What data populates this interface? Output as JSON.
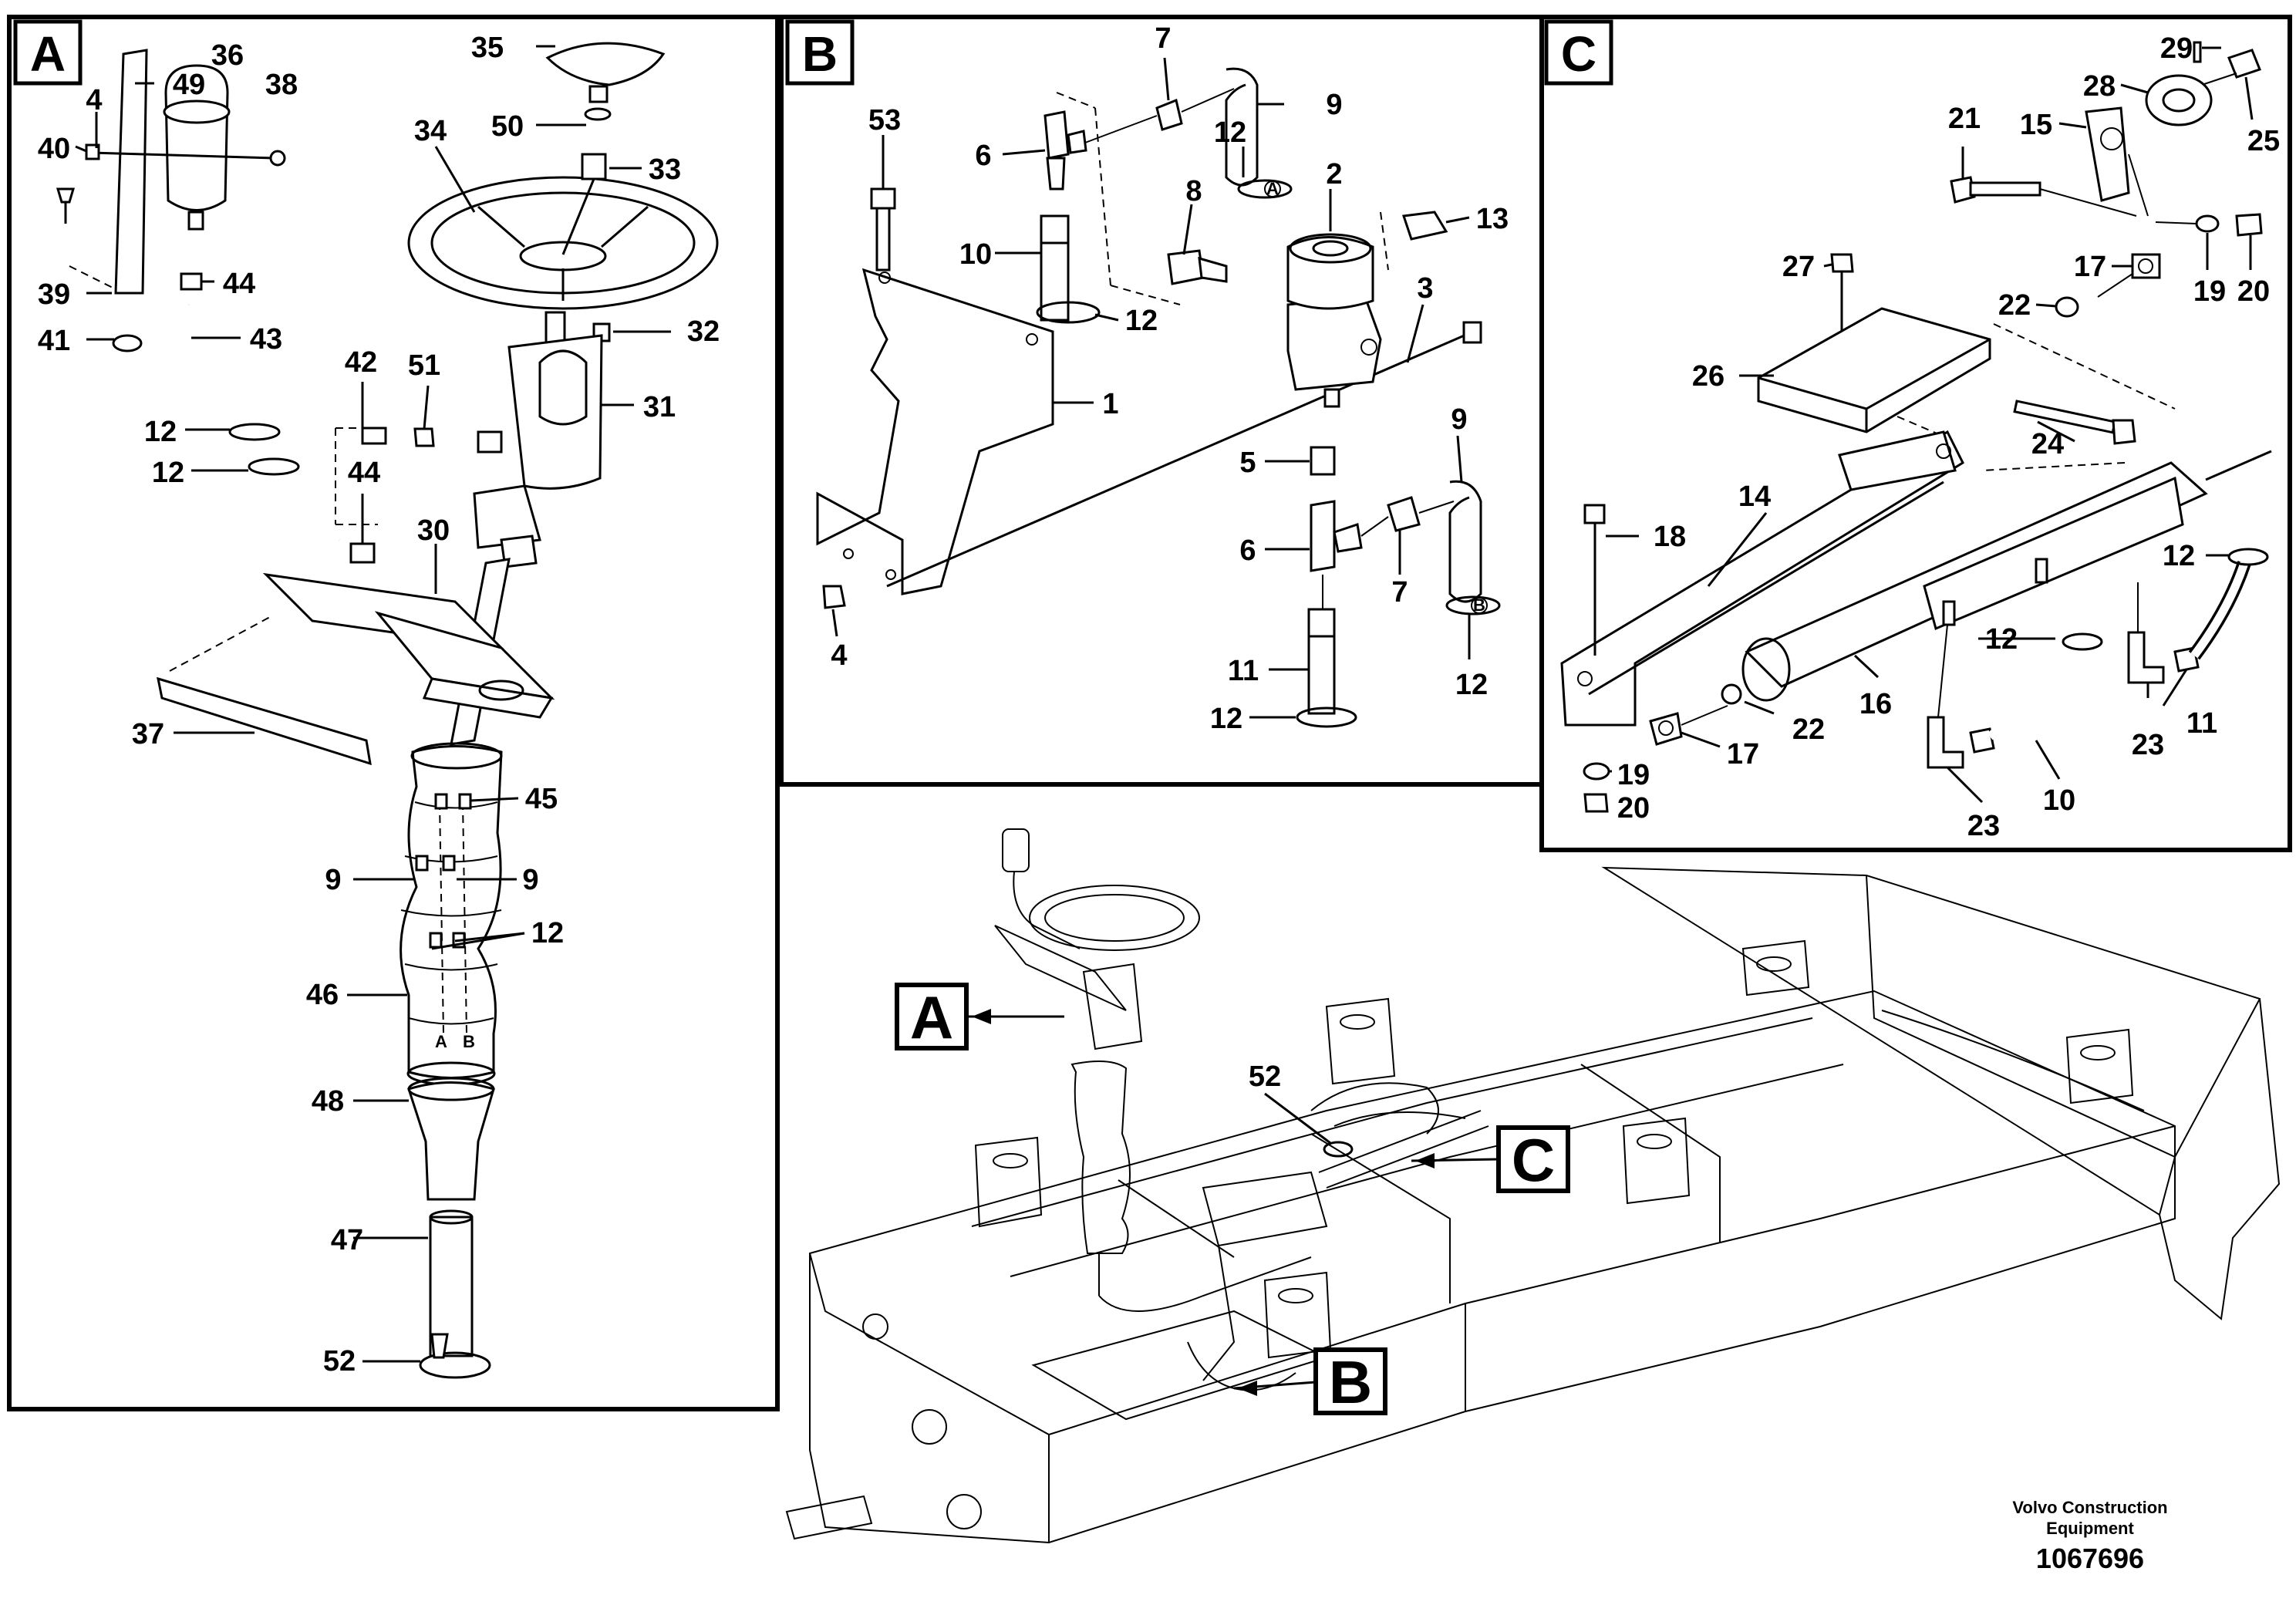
{
  "panels": {
    "A": {
      "letter": "A"
    },
    "B": {
      "letter": "B"
    },
    "C": {
      "letter": "C"
    }
  },
  "panel_a": {
    "labels": [
      "36",
      "49",
      "38",
      "4",
      "40",
      "35",
      "50",
      "34",
      "33",
      "39",
      "44",
      "41",
      "43",
      "32",
      "42",
      "51",
      "31",
      "12",
      "12",
      "44",
      "30",
      "37",
      "45",
      "9",
      "9",
      "12",
      "46",
      "48",
      "47",
      "52"
    ],
    "hose_end_a": "A",
    "hose_end_b": "B"
  },
  "panel_b": {
    "labels": [
      "7",
      "9",
      "53",
      "6",
      "12",
      "8",
      "2",
      "13",
      "10",
      "12",
      "3",
      "1",
      "9",
      "5",
      "6",
      "7",
      "11",
      "12",
      "4",
      "12"
    ],
    "hose_tag_a": "A",
    "hose_tag_b": "B"
  },
  "panel_c": {
    "labels": [
      "29",
      "28",
      "25",
      "21",
      "15",
      "17",
      "19",
      "20",
      "27",
      "22",
      "26",
      "24",
      "14",
      "18",
      "12",
      "12",
      "16",
      "23",
      "11",
      "22",
      "17",
      "19",
      "20",
      "23",
      "10"
    ]
  },
  "overview": {
    "callouts": [
      "A",
      "C",
      "B"
    ],
    "label_52": "52"
  },
  "footer": {
    "brand_line1": "Volvo Construction",
    "brand_line2": "Equipment",
    "doc_number": "1067696"
  }
}
